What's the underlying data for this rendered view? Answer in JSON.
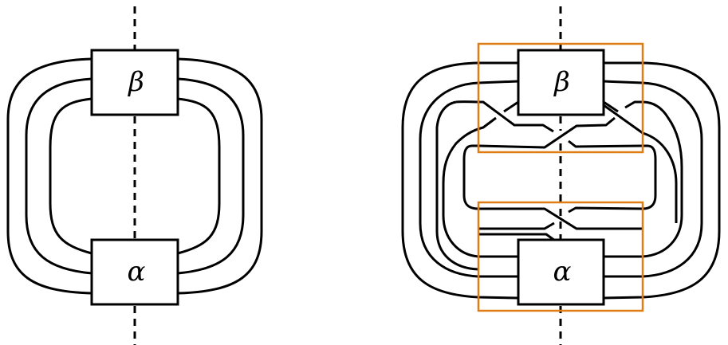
{
  "figure": {
    "left_panel": {
      "top_coupon_label": "β",
      "bottom_coupon_label": "α",
      "strand_count": 3
    },
    "right_panel": {
      "top_coupon_label": "β",
      "bottom_coupon_label": "α",
      "strand_count": 5,
      "highlight_color": "#e07c14"
    }
  }
}
